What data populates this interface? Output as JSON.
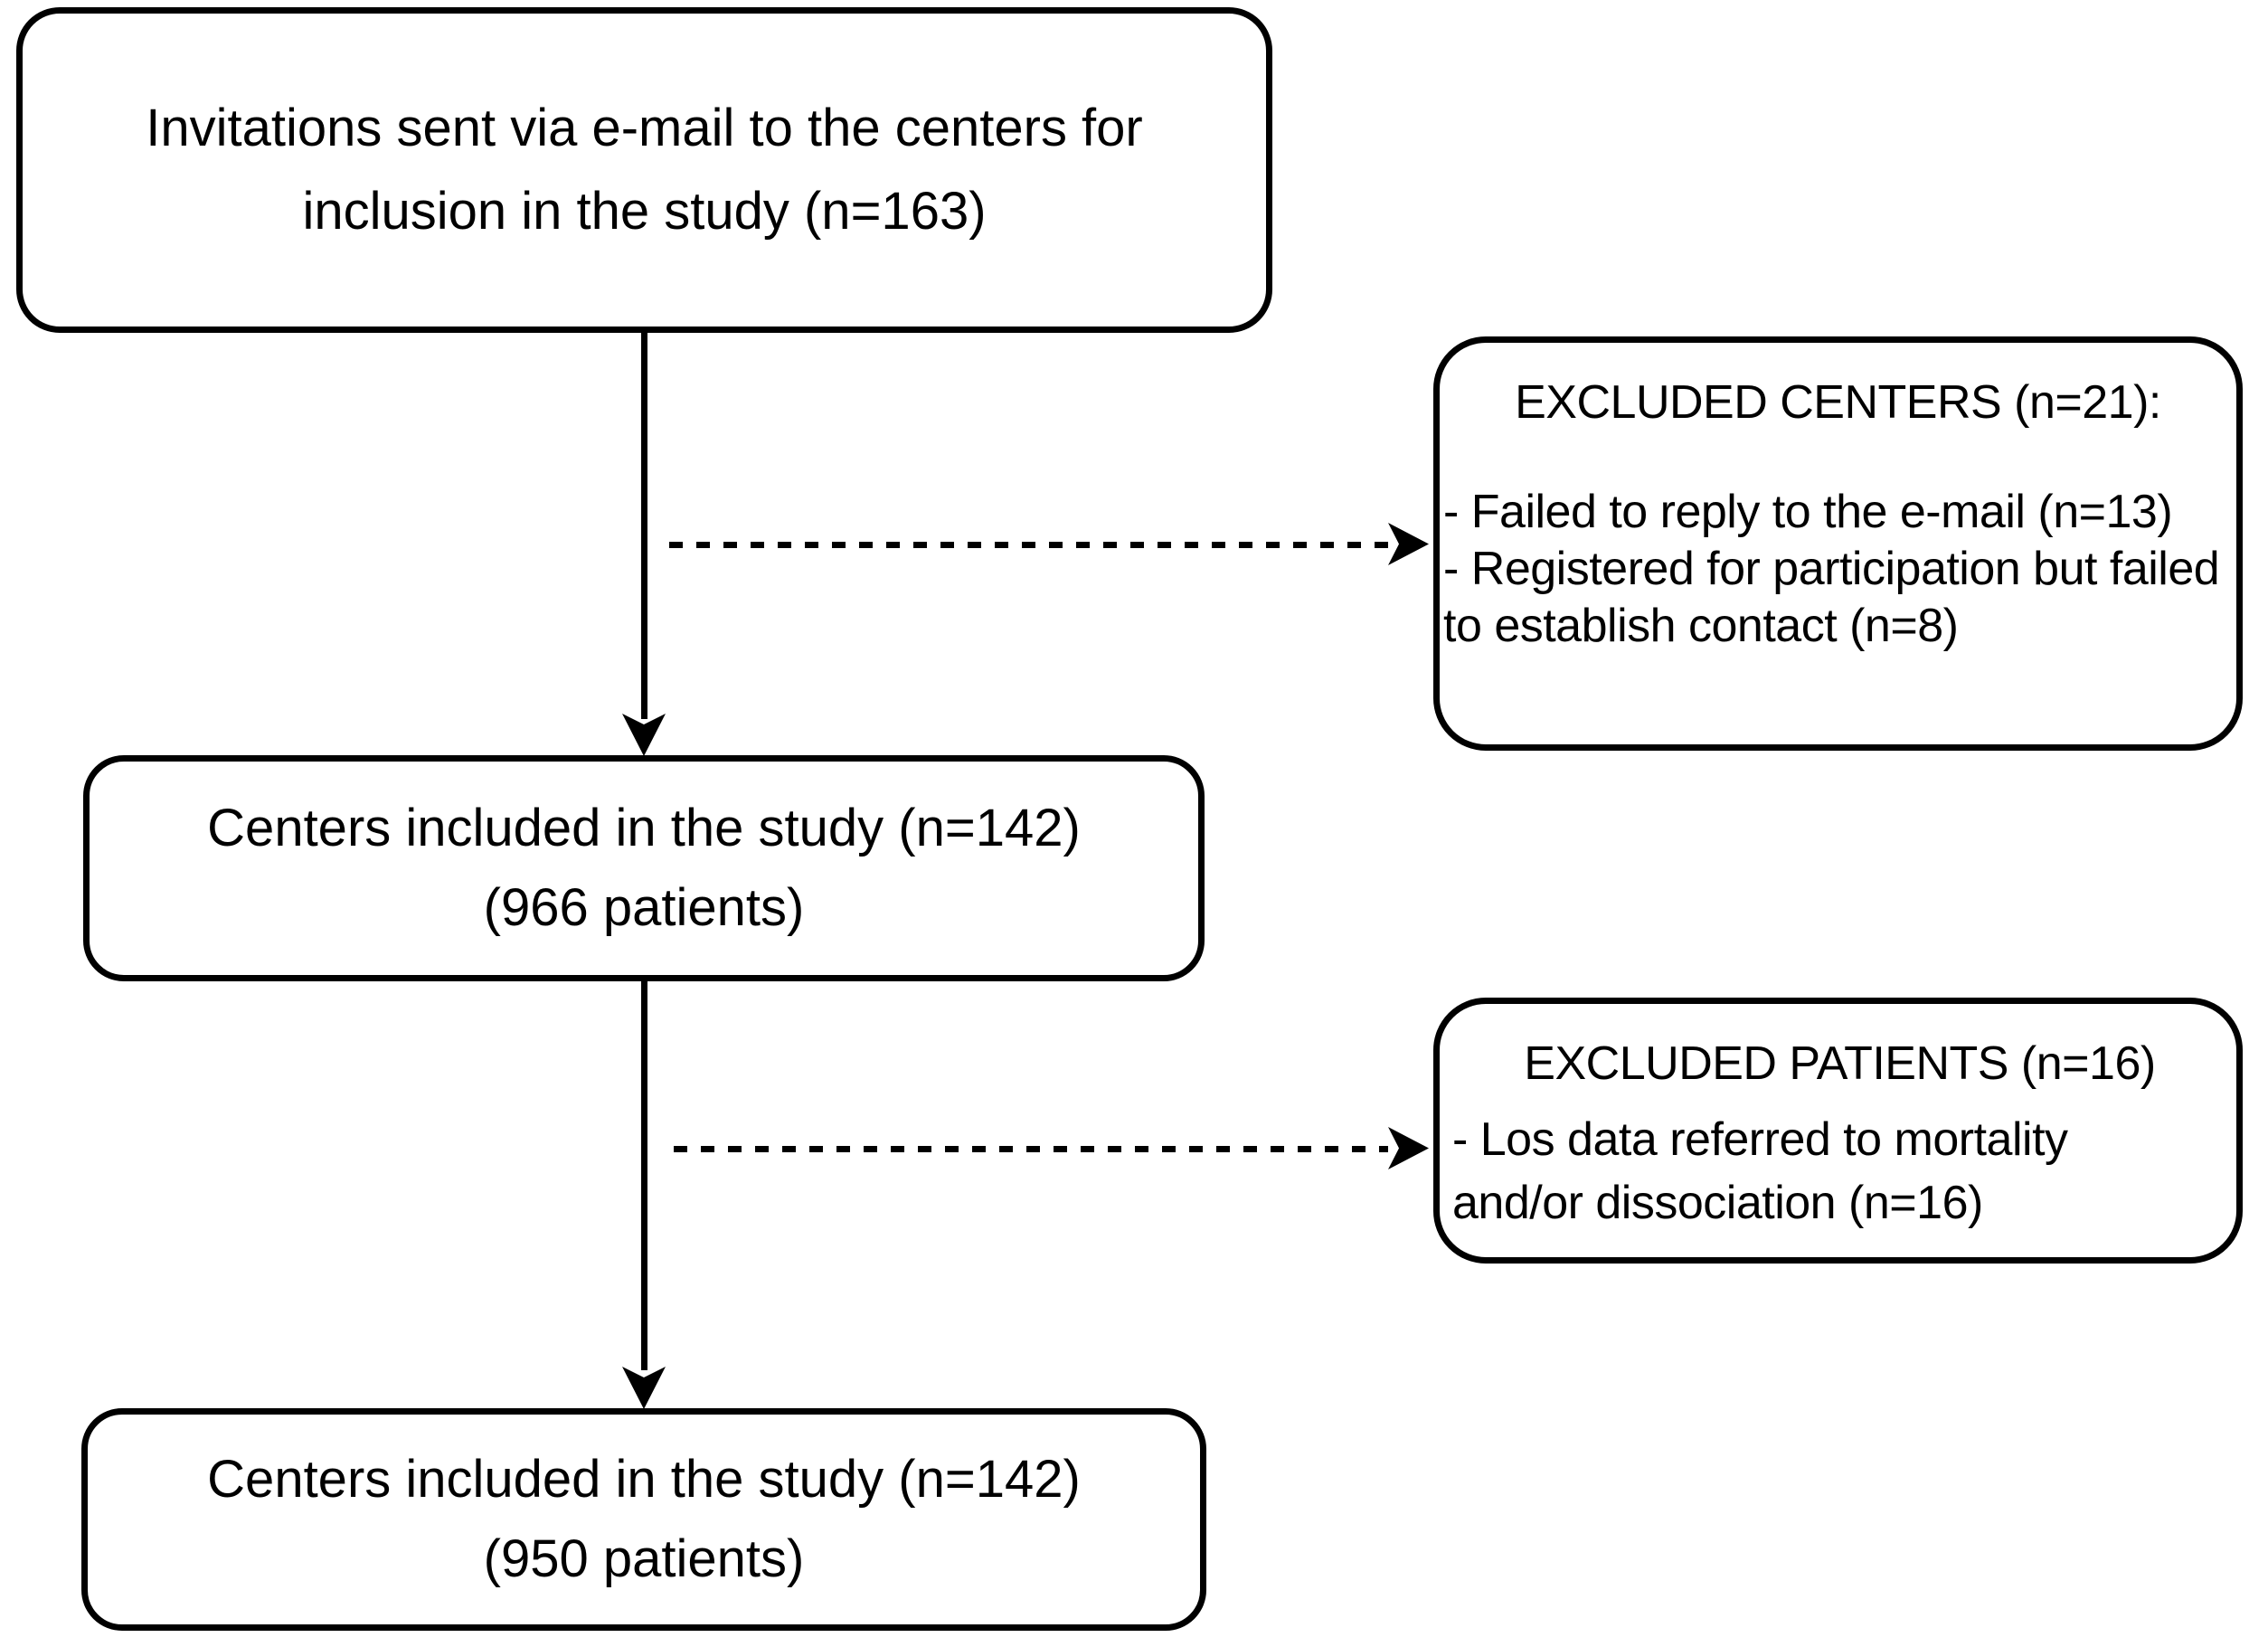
{
  "diagram": {
    "colors": {
      "line": "#000000",
      "background": "#ffffff",
      "box_fill": "#ffffff"
    },
    "boxes": {
      "invitations": {
        "lines": [
          "Invitations sent via e-mail to the centers for",
          "inclusion in the study (n=163)"
        ]
      },
      "included_first": {
        "lines": [
          "Centers included in the study (n=142)",
          "(966 patients)"
        ]
      },
      "included_final": {
        "lines": [
          "Centers included in the study (n=142)",
          "(950 patients)"
        ]
      },
      "excluded_centers": {
        "title": "EXCLUDED CENTERS (n=21):",
        "lines": [
          "- Failed to reply to the e-mail (n=13)",
          "- Registered for participation but failed",
          "to establish contact (n=8)"
        ]
      },
      "excluded_patients": {
        "title": "EXCLUDED PATIENTS (n=16)",
        "lines": [
          "- Los data referred to mortality",
          "and/or dissociation (n=16)"
        ]
      }
    }
  }
}
